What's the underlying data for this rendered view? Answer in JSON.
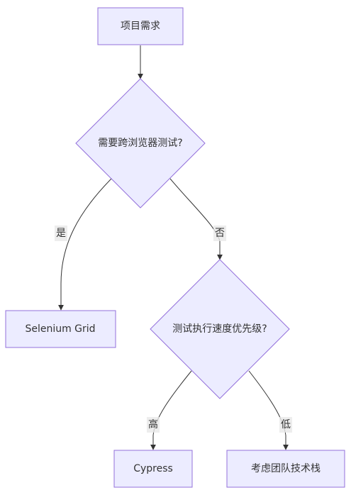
{
  "nodes": {
    "requirement": "项目需求",
    "cross_browser": "需要跨浏览器测试?",
    "selenium": "Selenium Grid",
    "speed_priority": "测试执行速度优先级?",
    "cypress": "Cypress",
    "team_stack": "考虑团队技术栈"
  },
  "edges": {
    "yes": "是",
    "no": "否",
    "high": "高",
    "low": "低"
  }
}
